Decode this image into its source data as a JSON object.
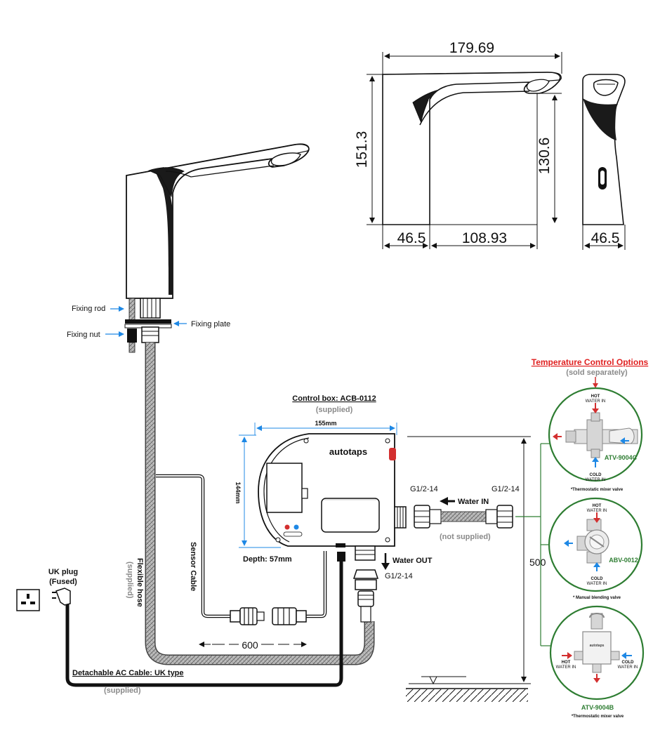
{
  "dimensions": {
    "width": "179.69",
    "height_total": "151.3",
    "height_spout": "130.6",
    "base_depth": "46.5",
    "reach": "108.93",
    "side_depth": "46.5"
  },
  "faucet_labels": {
    "fixing_rod": "Fixing rod",
    "fixing_plate": "Fixing plate",
    "fixing_nut": "Fixing nut"
  },
  "control_box": {
    "title": "Control box: ACB-0112",
    "supplied": "(supplied)",
    "width": "155mm",
    "height": "144mm",
    "depth": "Depth: 57mm",
    "brand": "autotaps"
  },
  "connections": {
    "thread_left": "G1/2-14",
    "thread_right": "G1/2-14",
    "thread_out": "G1/2-14",
    "water_in": "Water IN",
    "not_supplied": "(not supplied)",
    "water_out": "Water OUT",
    "hose_length": "600",
    "height_500": "500"
  },
  "cables": {
    "sensor_cable": "Sensor Cable",
    "flexible_hose": "Flexible hose",
    "flexible_hose_supplied": "(supplied)",
    "uk_plug": "UK plug",
    "uk_plug_fused": "(Fused)",
    "ac_cable": "Detachable AC Cable: UK type",
    "ac_supplied": "(supplied)"
  },
  "temperature_options": {
    "title": "Temperature Control Options",
    "subtitle": "(sold separately)",
    "options": [
      {
        "model": "ATV-9004C",
        "hot_1": "HOT",
        "hot_2": "WATER IN",
        "cold_1": "COLD",
        "cold_2": "WATER IN",
        "caption": "*Thermostatic mixer valve"
      },
      {
        "model": "ABV-0012",
        "hot_1": "HOT",
        "hot_2": "WATER IN",
        "cold_1": "COLD",
        "cold_2": "WATER IN",
        "caption": "* Manual blending valve"
      },
      {
        "model": "ATV-9004B",
        "hot_1": "HOT",
        "hot_2": "WATER IN",
        "cold_1": "COLD",
        "cold_2": "WATER IN",
        "caption": "*Thermostatic mixer valve",
        "brand": "autotaps"
      }
    ]
  },
  "colors": {
    "green": "#2e7d32",
    "red": "#d32f2f",
    "blue": "#1e88e5",
    "title_red": "#e02020"
  }
}
